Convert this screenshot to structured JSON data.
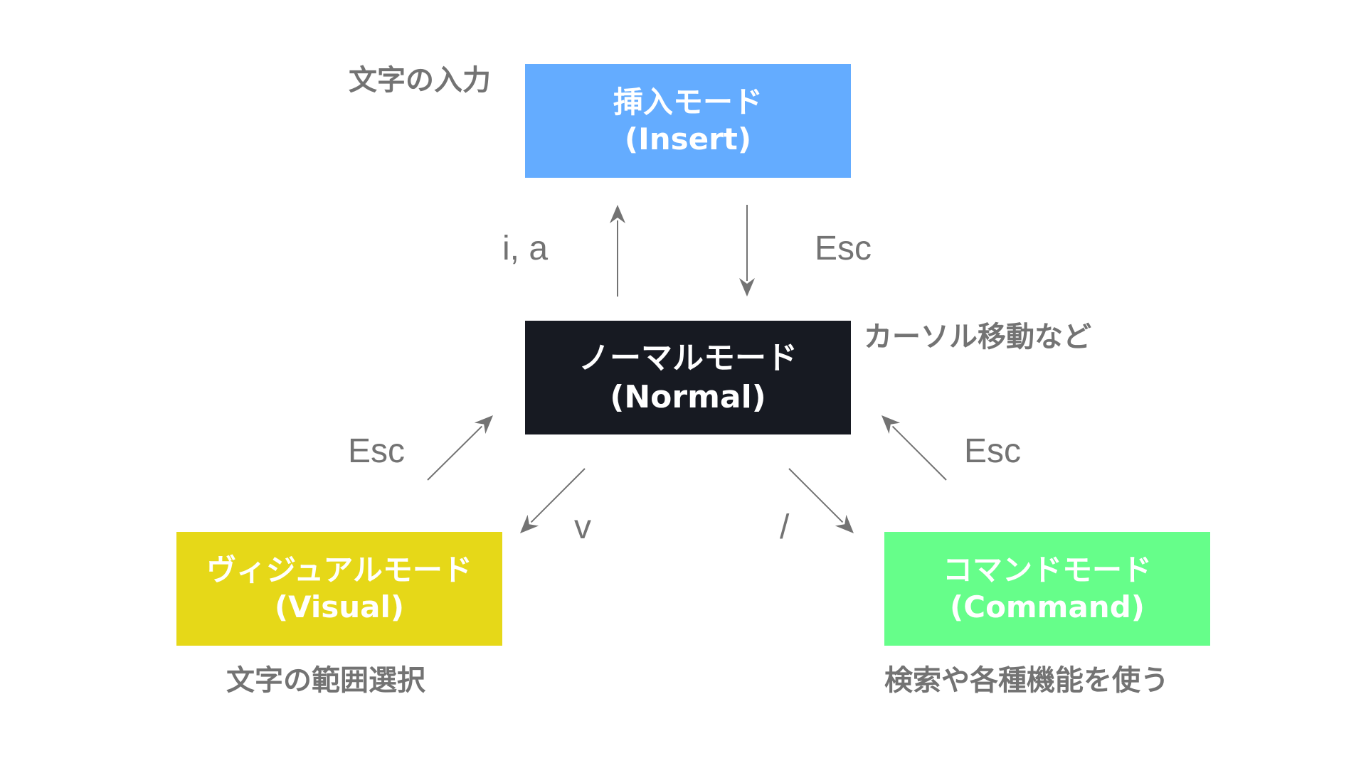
{
  "modes": {
    "insert": {
      "name": "挿入モード",
      "en": "(Insert)",
      "desc": "文字の入力",
      "bg": "#64acff",
      "fg": "#ffffff"
    },
    "normal": {
      "name": "ノーマルモード",
      "en": "(Normal)",
      "desc": "カーソル移動など",
      "bg": "#171a22",
      "fg": "#ffffff"
    },
    "visual": {
      "name": "ヴィジュアルモード",
      "en": "(Visual)",
      "desc": "文字の範囲選択",
      "bg": "#e6d818",
      "fg": "#ffffff"
    },
    "command": {
      "name": "コマンドモード",
      "en": "(Command)",
      "desc": "検索や各種機能を使う",
      "bg": "#66fe8a",
      "fg": "#ffffff"
    }
  },
  "transitions": {
    "normal_to_insert": "i, a",
    "insert_to_normal": "Esc",
    "visual_to_normal": "Esc",
    "normal_to_visual": "v",
    "normal_to_command": "/",
    "command_to_normal": "Esc"
  },
  "colors": {
    "arrow": "#737373",
    "label": "#737373"
  }
}
